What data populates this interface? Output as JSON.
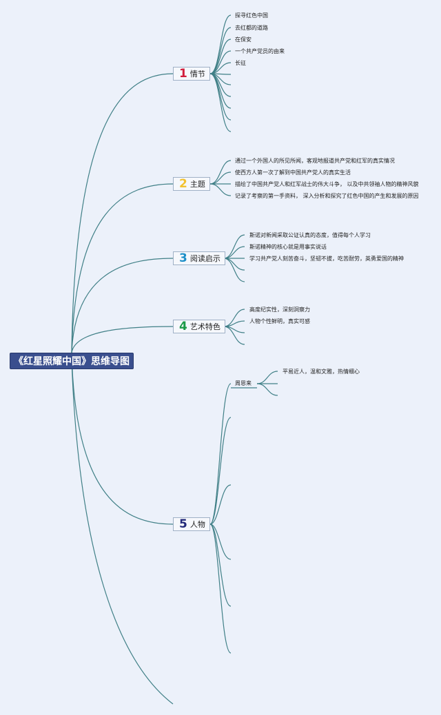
{
  "root": {
    "title": "《红星照耀中国》思维导图"
  },
  "branches": [
    {
      "number": "1",
      "label": "情节",
      "color": "#d11e3c",
      "items": [
        "探寻红色中国",
        "去红都的道路",
        "在保安",
        "一个共产党员的由来",
        "长征"
      ]
    },
    {
      "number": "2",
      "label": "主题",
      "color": "#f2c230",
      "items": [
        "通过一个外国人的所见所闻，客观地报道共产党和红军的真实情况",
        "使西方人第一次了解到中国共产党人的真实生活",
        "描绘了中国共产党人和红军战士的伟大斗争， 以及中共领袖人物的精神风貌",
        "记录了考察的第一手资料， 深入分析和探究了红色中国的产生和发展的原因"
      ]
    },
    {
      "number": "3",
      "label": "阅读启示",
      "color": "#1d8fc8",
      "items": [
        "斯诺对新闻采取公证认真的态度，值得每个人学习",
        "斯诺精神的核心就是用事实说话",
        "学习共产党人刻苦奋斗，坚韧不拔，吃苦耐劳，英勇爱国的精神"
      ]
    },
    {
      "number": "4",
      "label": "艺术特色",
      "color": "#1d9a48",
      "items": [
        "高度纪实性，深刻洞察力",
        "人物个性鲜明，真实可感"
      ]
    },
    {
      "number": "5",
      "label": "人物",
      "color": "#232a7a",
      "person": "周恩来",
      "person_traits": [
        "平易近人，温和文雅，热情细心"
      ]
    }
  ]
}
